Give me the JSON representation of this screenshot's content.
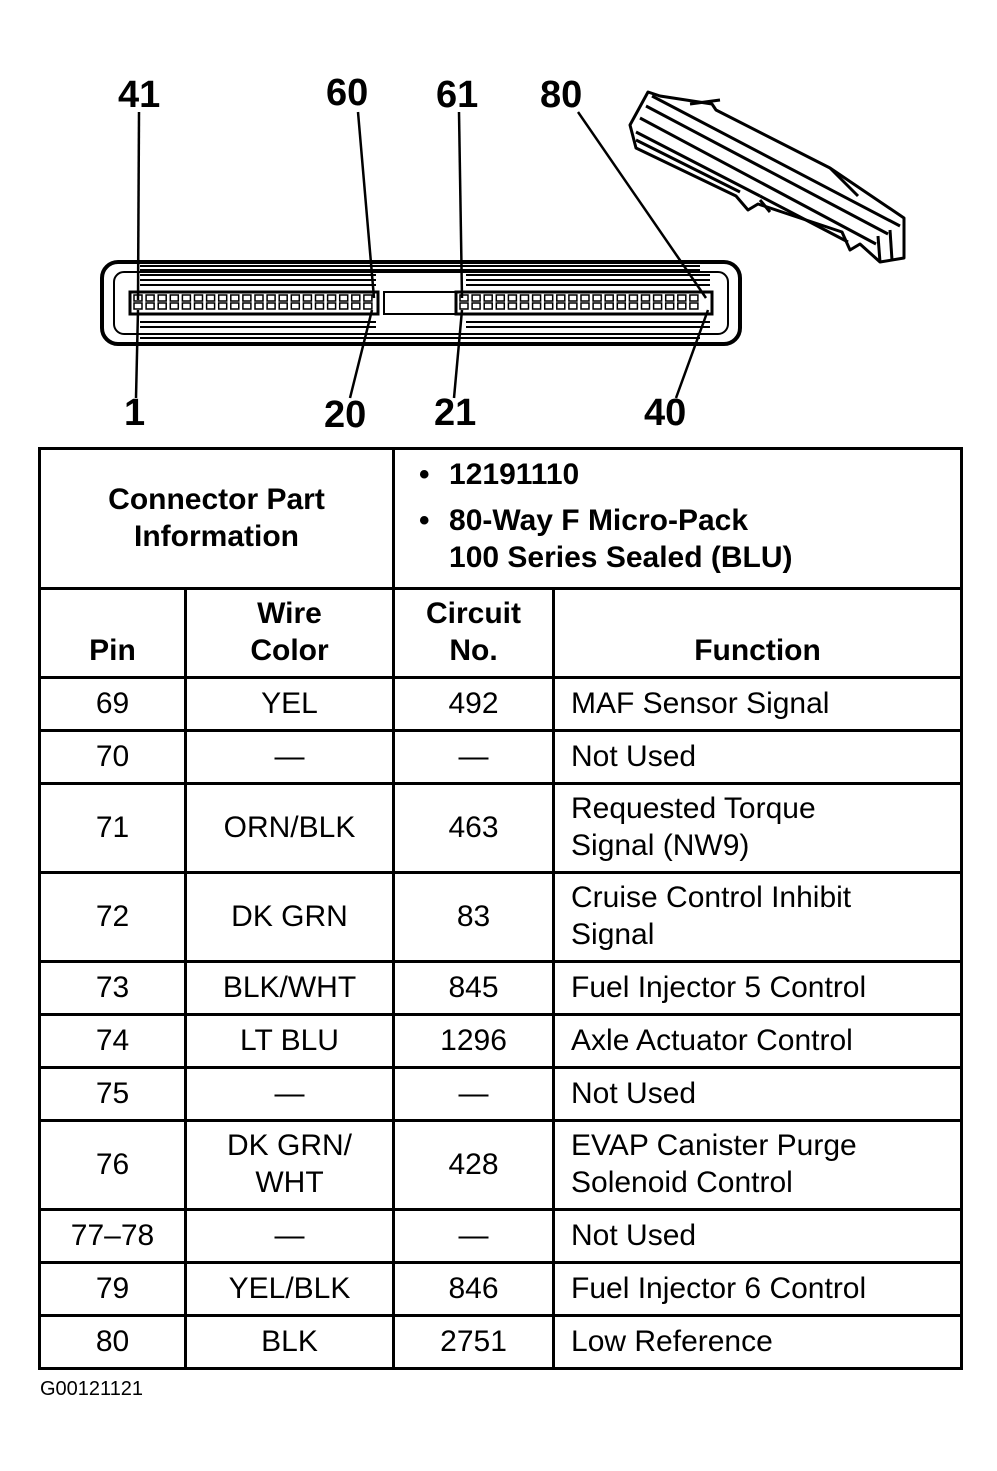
{
  "connector_labels": {
    "top": [
      "41",
      "60",
      "61",
      "80"
    ],
    "bottom": [
      "1",
      "20",
      "21",
      "40"
    ]
  },
  "info": {
    "label": "Connector Part Information",
    "items": [
      "12191110",
      "80-Way F Micro-Pack 100 Series Sealed (BLU)"
    ],
    "item2_line1": "80-Way F Micro-Pack",
    "item2_line2": "100 Series Sealed (BLU)"
  },
  "headers": {
    "pin": "Pin",
    "wire_color_1": "Wire",
    "wire_color_2": "Color",
    "circuit_1": "Circuit",
    "circuit_2": "No.",
    "function": "Function"
  },
  "rows": [
    {
      "pin": "69",
      "wire": [
        "YEL"
      ],
      "circuit": "492",
      "function": [
        "MAF Sensor Signal"
      ]
    },
    {
      "pin": "70",
      "wire": [
        "—"
      ],
      "circuit": "—",
      "function": [
        "Not Used"
      ]
    },
    {
      "pin": "71",
      "wire": [
        "ORN/BLK"
      ],
      "circuit": "463",
      "function": [
        "Requested Torque",
        "Signal (NW9)"
      ]
    },
    {
      "pin": "72",
      "wire": [
        "DK GRN"
      ],
      "circuit": "83",
      "function": [
        "Cruise Control Inhibit",
        "Signal"
      ]
    },
    {
      "pin": "73",
      "wire": [
        "BLK/WHT"
      ],
      "circuit": "845",
      "function": [
        "Fuel Injector 5 Control"
      ]
    },
    {
      "pin": "74",
      "wire": [
        "LT BLU"
      ],
      "circuit": "1296",
      "function": [
        "Axle Actuator Control"
      ]
    },
    {
      "pin": "75",
      "wire": [
        "—"
      ],
      "circuit": "—",
      "function": [
        "Not Used"
      ]
    },
    {
      "pin": "76",
      "wire": [
        "DK GRN/",
        "WHT"
      ],
      "circuit": "428",
      "function": [
        "EVAP Canister Purge",
        "Solenoid Control"
      ]
    },
    {
      "pin": "77–78",
      "wire": [
        "—"
      ],
      "circuit": "—",
      "function": [
        "Not Used"
      ]
    },
    {
      "pin": "79",
      "wire": [
        "YEL/BLK"
      ],
      "circuit": "846",
      "function": [
        "Fuel Injector 6 Control"
      ]
    },
    {
      "pin": "80",
      "wire": [
        "BLK"
      ],
      "circuit": "2751",
      "function": [
        "Low Reference"
      ]
    }
  ],
  "figure_code": "G00121121"
}
